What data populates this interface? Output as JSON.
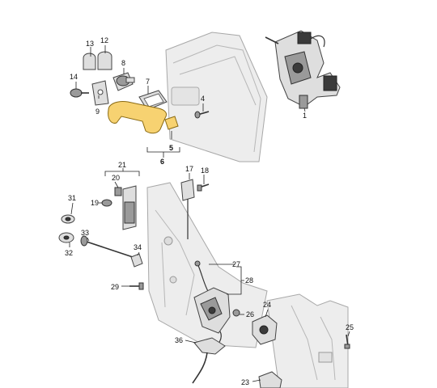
{
  "callouts": [
    {
      "id": "c1",
      "label": "1"
    },
    {
      "id": "c4",
      "label": "4"
    },
    {
      "id": "c5",
      "label": "5"
    },
    {
      "id": "c6",
      "label": "6"
    },
    {
      "id": "c7",
      "label": "7"
    },
    {
      "id": "c8",
      "label": "8"
    },
    {
      "id": "c9",
      "label": "9"
    },
    {
      "id": "c12",
      "label": "12"
    },
    {
      "id": "c13",
      "label": "13"
    },
    {
      "id": "c14",
      "label": "14"
    },
    {
      "id": "c17",
      "label": "17"
    },
    {
      "id": "c18",
      "label": "18"
    },
    {
      "id": "c19",
      "label": "19"
    },
    {
      "id": "c20",
      "label": "20"
    },
    {
      "id": "c21",
      "label": "21"
    },
    {
      "id": "c23",
      "label": "23"
    },
    {
      "id": "c24",
      "label": "24"
    },
    {
      "id": "c25",
      "label": "25"
    },
    {
      "id": "c26",
      "label": "26"
    },
    {
      "id": "c27",
      "label": "27"
    },
    {
      "id": "c28",
      "label": "28"
    },
    {
      "id": "c29",
      "label": "29"
    },
    {
      "id": "c31",
      "label": "31"
    },
    {
      "id": "c32",
      "label": "32"
    },
    {
      "id": "c33",
      "label": "33"
    },
    {
      "id": "c34",
      "label": "34"
    },
    {
      "id": "c36",
      "label": "36"
    }
  ],
  "colors": {
    "highlight": "#f7d271",
    "panel": "#ededed",
    "line": "#222222"
  }
}
